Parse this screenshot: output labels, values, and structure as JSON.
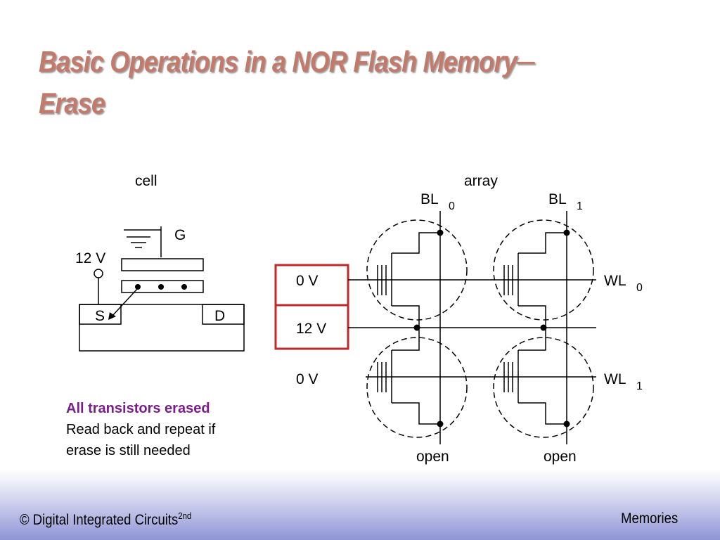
{
  "slide": {
    "title_line1": "Basic Operations in a NOR Flash Memory─",
    "title_line2": "Erase"
  },
  "cell": {
    "label": "cell",
    "gate_label": "G",
    "voltage_label": "12 V",
    "source_label": "S",
    "drain_label": "D"
  },
  "array": {
    "label": "array",
    "bitlines": [
      {
        "name": "BL",
        "index": "0",
        "state": "open"
      },
      {
        "name": "BL",
        "index": "1",
        "state": "open"
      }
    ],
    "wordlines": [
      {
        "name": "WL",
        "index": "0",
        "voltage": "0 V"
      },
      {
        "name": "WL",
        "index": "1",
        "voltage": "0 V"
      }
    ],
    "source_line_voltage": "12 V",
    "highlight_color": "#c0282a"
  },
  "note": {
    "heading": "All transistors erased",
    "line2": "Read back and repeat if",
    "line3": "erase is still needed"
  },
  "footer": {
    "copyright": "© Digital Integrated Circuits",
    "edition_sup": "2nd",
    "section": "Memories"
  },
  "colors": {
    "title": "#c47a6b",
    "note_heading": "#7a1e8c"
  }
}
